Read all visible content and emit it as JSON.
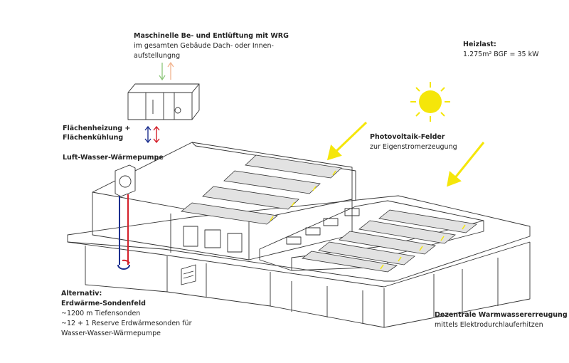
{
  "ventilation": {
    "title": "Maschinelle Be- und Entlüftung mit WRG",
    "line1": "im gesamten Gebäude Dach- oder Innen-",
    "line2": "aufstellungng"
  },
  "heating_load": {
    "title": "Heizlast:",
    "value": "1.275m² BGF = 35 kW"
  },
  "surface_heating": {
    "line1": "Flächenheizung +",
    "line2": "Flächenkühlung"
  },
  "heat_pump": {
    "title": "Luft-Wasser-Wärmepumpe"
  },
  "photovoltaic": {
    "title": "Photovoltaik-Felder",
    "subtitle": "zur Eigenstromerzeugung"
  },
  "geothermal": {
    "title1": "Alternativ:",
    "title2": "Erdwärme-Sondenfeld",
    "line1": "~1200 m Tiefensonden",
    "line2": "~12 + 1 Reserve Erdwärmesonden für",
    "line3": "Wasser-Wasser-Wärmepumpe"
  },
  "hot_water": {
    "title": "Dezentrale Warmwassererreugung",
    "subtitle": "mittels Elektrodurchlauferhitzen"
  },
  "colors": {
    "sun": "#f5e60a",
    "supply": "#d4202a",
    "return": "#1c2f8f",
    "fresh_air": "#8cc67a",
    "exhaust_air": "#f2b48f",
    "panel": "#e2e2e2"
  }
}
